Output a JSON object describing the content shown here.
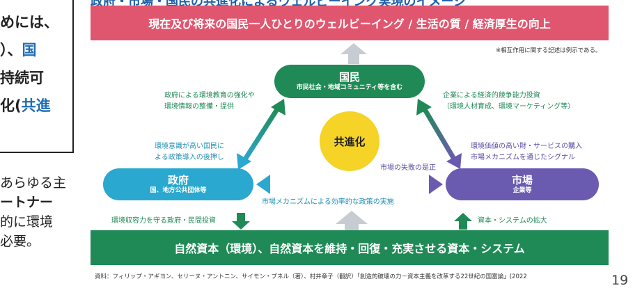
{
  "left_box": {
    "lines": [
      {
        "plain": "めには、",
        "blue": ""
      },
      {
        "plain": "）、",
        "blue": "国"
      },
      {
        "plain": "持続可",
        "blue": ""
      },
      {
        "plain": "化(",
        "blue": "共進"
      }
    ]
  },
  "left_text": [
    "あらゆる主",
    "ートナー",
    "的に環境",
    "必要。"
  ],
  "top_title": "政府・市場・国民の共進化によるウェルビーイング実現のイメージ",
  "top_banner": "現在及び将来の国民一人ひとりのウェルビーイング / 生活の質 / 経済厚生の向上",
  "note": "※相互作用に関する記述は例示である。",
  "nodes": {
    "kokumin": {
      "title": "国民",
      "sub": "市民社会・地域コミュニティ等を含む"
    },
    "seifu": {
      "title": "政府",
      "sub": "国、地方公共団体等"
    },
    "shijo": {
      "title": "市場",
      "sub": "企業等"
    }
  },
  "center": "共進化",
  "labels": {
    "gov_to_people_1": "政府による環境教育の強化や",
    "gov_to_people_2": "環境情報の整備・提供",
    "people_to_gov_1": "環境意識が高い国民に",
    "people_to_gov_2": "よる政策導入の後押し",
    "market_to_people_1": "企業による経済的競争能力投資",
    "market_to_people_2": "（環境人材育成、環境マーケティング等）",
    "people_to_market_1": "環境価値の高い財・サービスの購入",
    "people_to_market_2": "市場メカニズムを通じたシグナル",
    "market_failure": "市場の失敗の是正",
    "market_mechanism": "市場メカニズムによる効率的な政策の実施",
    "bottom_left": "環境収容力を守る政府・民間投資",
    "bottom_right": "資本・システムの拡大"
  },
  "bottom_banner": "自然資本（環境）、自然資本を維持・回復・充実させる資本・システム",
  "source": "資料：フィリップ・アギヨン、セリーヌ・アントニン、サイモン・ブネル（著）、村井章子（翻訳）「創造的破壊の力－資本主義を改革する22世紀の国富論」(2022",
  "page_number": "19",
  "colors": {
    "top_banner": "#e0566f",
    "bottom_banner": "#1f8a56",
    "kokumin": "#1f8a56",
    "seifu": "#2aa8cf",
    "shijo": "#6a5bb0",
    "center": "#f5d327",
    "gray_arrow": "#c6ccd2"
  }
}
